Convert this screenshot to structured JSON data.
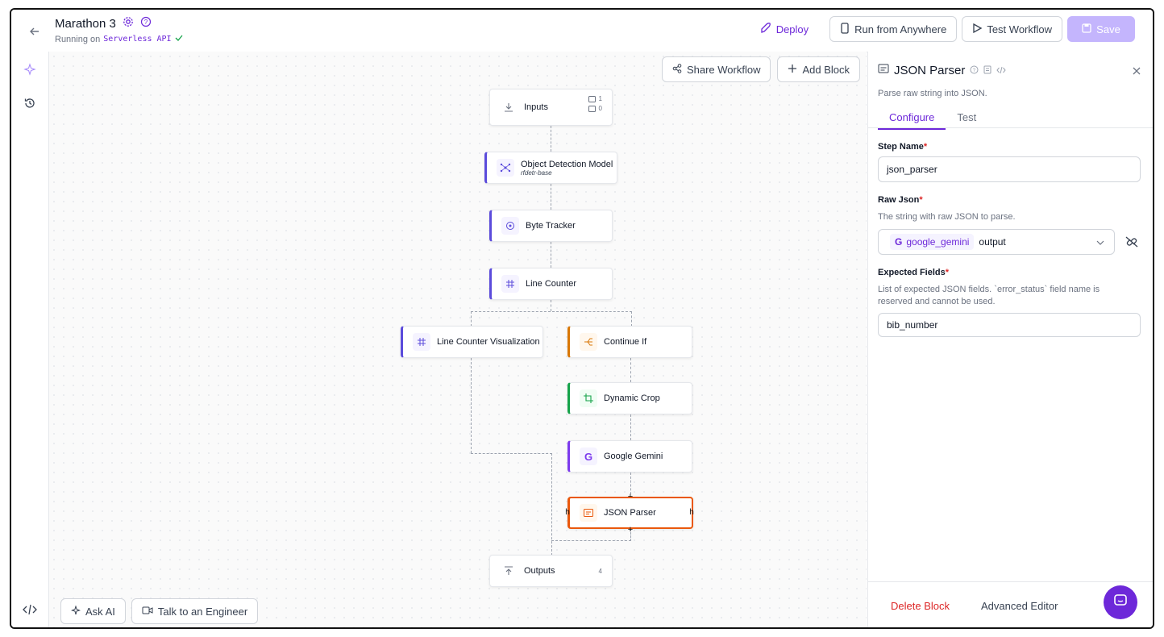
{
  "header": {
    "title": "Marathon 3",
    "subtitle_prefix": "Running on",
    "subtitle_target": "Serverless API",
    "deploy_label": "Deploy",
    "run_label": "Run from Anywhere",
    "test_label": "Test Workflow",
    "save_label": "Save"
  },
  "canvas": {
    "share_label": "Share Workflow",
    "add_block_label": "Add Block",
    "ask_ai_label": "Ask AI",
    "talk_label": "Talk to an Engineer",
    "nodes": {
      "inputs": {
        "label": "Inputs",
        "image_count": "1",
        "param_count": "0"
      },
      "object_detection": {
        "label": "Object Detection Model",
        "sub": "rfdetr-base"
      },
      "byte_tracker": {
        "label": "Byte Tracker"
      },
      "line_counter": {
        "label": "Line Counter"
      },
      "line_counter_viz": {
        "label": "Line Counter Visualization"
      },
      "continue_if": {
        "label": "Continue If"
      },
      "dynamic_crop": {
        "label": "Dynamic Crop"
      },
      "google_gemini": {
        "label": "Google Gemini"
      },
      "json_parser": {
        "label": "JSON Parser"
      },
      "outputs": {
        "label": "Outputs",
        "count": "4"
      }
    }
  },
  "panel": {
    "title": "JSON Parser",
    "description": "Parse raw string into JSON.",
    "tabs": [
      "Configure",
      "Test"
    ],
    "step_name_label": "Step Name",
    "step_name_value": "json_parser",
    "raw_json_label": "Raw Json",
    "raw_json_help": "The string with raw JSON to parse.",
    "raw_json_source": "google_gemini",
    "raw_json_field": "output",
    "expected_fields_label": "Expected Fields",
    "expected_fields_help": "List of expected JSON fields. `error_status` field name is reserved and cannot be used.",
    "expected_fields_value": "bib_number",
    "delete_label": "Delete Block",
    "advanced_label": "Advanced Editor"
  },
  "colors": {
    "accent": "#6d28d9",
    "node_blue": "#5b4bdb",
    "node_orange": "#d97706",
    "node_green": "#16a34a",
    "node_purple": "#7c3aed",
    "selected": "#ea580c",
    "delete": "#dc2626"
  }
}
